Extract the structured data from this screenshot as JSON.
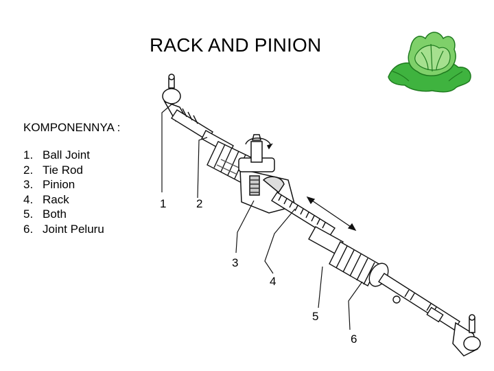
{
  "slide": {
    "title": "RACK AND PINION",
    "heading": "KOMPONENNYA :"
  },
  "components": [
    {
      "num": "1.",
      "label": "Ball Joint"
    },
    {
      "num": "2.",
      "label": "Tie Rod"
    },
    {
      "num": "3.",
      "label": "Pinion"
    },
    {
      "num": "4.",
      "label": "Rack"
    },
    {
      "num": "5.",
      "label": "Both"
    },
    {
      "num": "6.",
      "label": "Joint Peluru"
    }
  ],
  "callouts": [
    "1",
    "2",
    "3",
    "4",
    "5",
    "6"
  ],
  "decoration": {
    "icon": "cabbage-icon",
    "leaf_color": "#3fb33f",
    "leaf_dark": "#1e7a1e"
  }
}
